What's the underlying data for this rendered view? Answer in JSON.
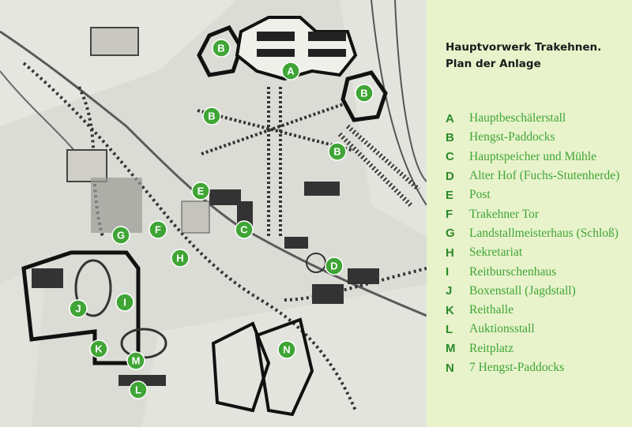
{
  "legend": {
    "title_line1": "Hauptvorwerk Trakehnen.",
    "title_line2": "Plan der Anlage",
    "accent_color": "#3fa535",
    "items": [
      {
        "key": "A",
        "label": "Hauptbeschälerstall"
      },
      {
        "key": "B",
        "label": "Hengst-Paddocks"
      },
      {
        "key": "C",
        "label": "Hauptspeicher und Mühle"
      },
      {
        "key": "D",
        "label": "Alter Hof (Fuchs-Stutenherde)"
      },
      {
        "key": "E",
        "label": "Post"
      },
      {
        "key": "F",
        "label": "Trakehner Tor"
      },
      {
        "key": "G",
        "label": "Landstallmeisterhaus (Schloß)"
      },
      {
        "key": "H",
        "label": "Sekretariat"
      },
      {
        "key": "I",
        "label": "Reitburschenhaus"
      },
      {
        "key": "J",
        "label": "Boxenstall (Jagdstall)"
      },
      {
        "key": "K",
        "label": "Reithalle"
      },
      {
        "key": "L",
        "label": "Auktionsstall"
      },
      {
        "key": "M",
        "label": "Reitplatz"
      },
      {
        "key": "N",
        "label": "7 Hengst-Paddocks"
      }
    ]
  },
  "map": {
    "markers": [
      "A",
      "B",
      "B",
      "B",
      "B",
      "C",
      "D",
      "E",
      "F",
      "G",
      "H",
      "I",
      "J",
      "K",
      "L",
      "M",
      "N"
    ]
  }
}
